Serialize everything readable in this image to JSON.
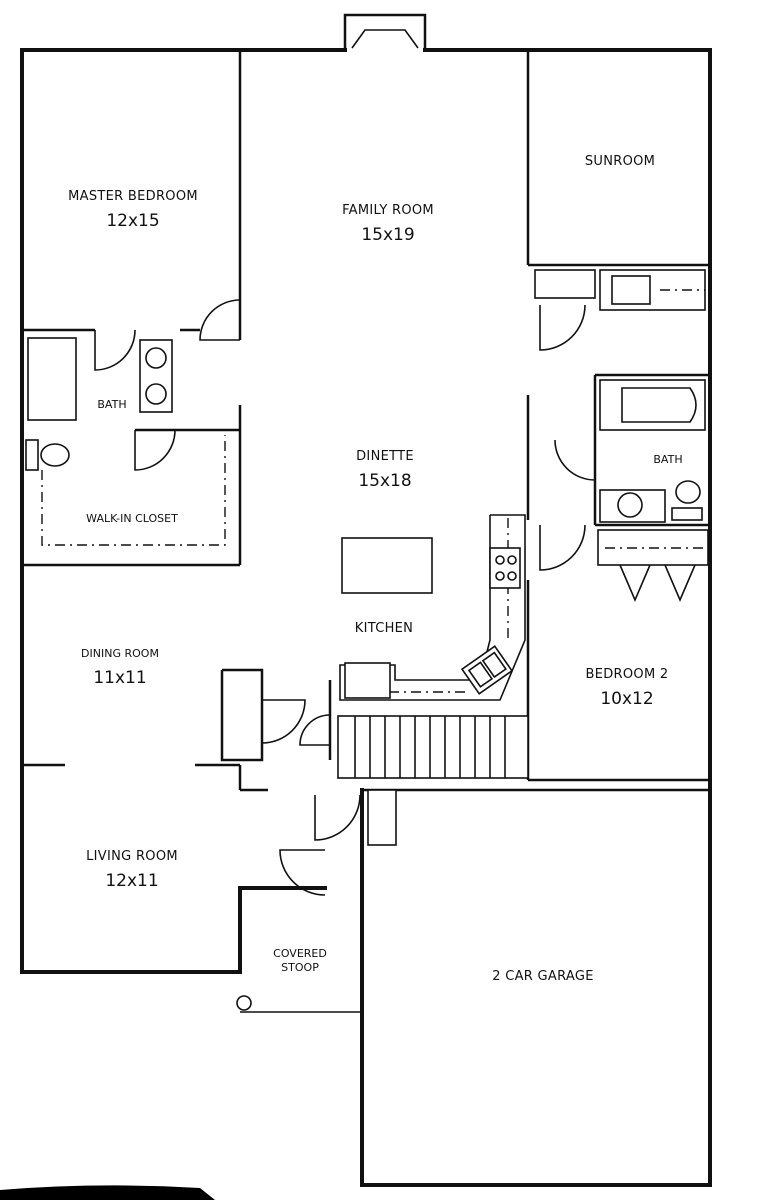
{
  "rooms": {
    "master_bedroom": {
      "name": "MASTER BEDROOM",
      "size": "12x15"
    },
    "family_room": {
      "name": "FAMILY ROOM",
      "size": "15x19"
    },
    "sunroom": {
      "name": "SUNROOM"
    },
    "master_bath": {
      "name": "BATH"
    },
    "walk_in_closet": {
      "name": "WALK-IN CLOSET"
    },
    "dinette": {
      "name": "DINETTE",
      "size": "15x18"
    },
    "bath_2": {
      "name": "BATH"
    },
    "kitchen": {
      "name": "KITCHEN"
    },
    "dining_room": {
      "name": "DINING ROOM",
      "size": "11x11"
    },
    "bedroom_2": {
      "name": "BEDROOM 2",
      "size": "10x12"
    },
    "living_room": {
      "name": "LIVING ROOM",
      "size": "12x11"
    },
    "covered_stoop": {
      "name_line1": "COVERED",
      "name_line2": "STOOP"
    },
    "garage": {
      "name": "2 CAR GARAGE"
    }
  }
}
